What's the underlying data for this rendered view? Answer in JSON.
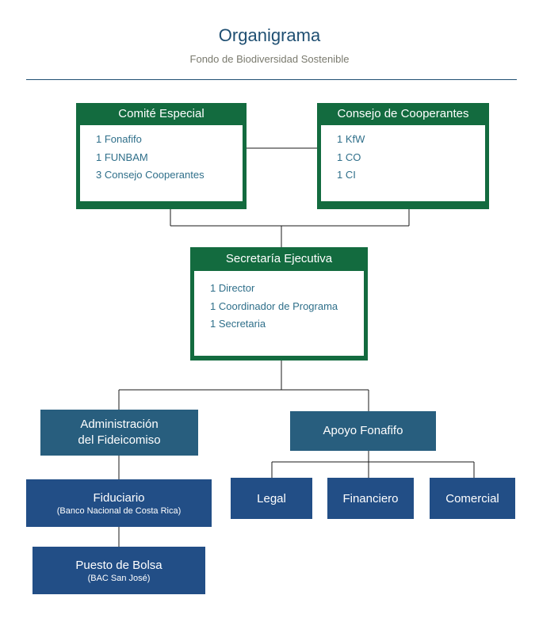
{
  "header": {
    "title": "Organigrama",
    "subtitle": "Fondo de Biodiversidad Sostenible"
  },
  "colors": {
    "green": "#136b3f",
    "teal": "#285e7e",
    "navy": "#224e86",
    "title": "#1f4f72",
    "item_text": "#2f6f8a"
  },
  "comite": {
    "title": "Comité Especial",
    "items": [
      "1 Fonafifo",
      "1 FUNBAM",
      "3 Consejo Cooperantes"
    ]
  },
  "consejo": {
    "title": "Consejo de Cooperantes",
    "items": [
      "1 KfW",
      "1 CO",
      "1 CI"
    ]
  },
  "secretaria": {
    "title": "Secretaría Ejecutiva",
    "items": [
      "1 Director",
      "1 Coordinador de Programa",
      "1 Secretaria"
    ]
  },
  "administracion": {
    "line1": "Administración",
    "line2": "del Fideicomiso"
  },
  "apoyo": {
    "label": "Apoyo Fonafifo"
  },
  "fiduciario": {
    "name": "Fiduciario",
    "detail": "(Banco Nacional de Costa Rica)"
  },
  "puesto": {
    "name": "Puesto de Bolsa",
    "detail": "(BAC San José)"
  },
  "legal": {
    "label": "Legal"
  },
  "financiero": {
    "label": "Financiero"
  },
  "comercial": {
    "label": "Comercial"
  }
}
